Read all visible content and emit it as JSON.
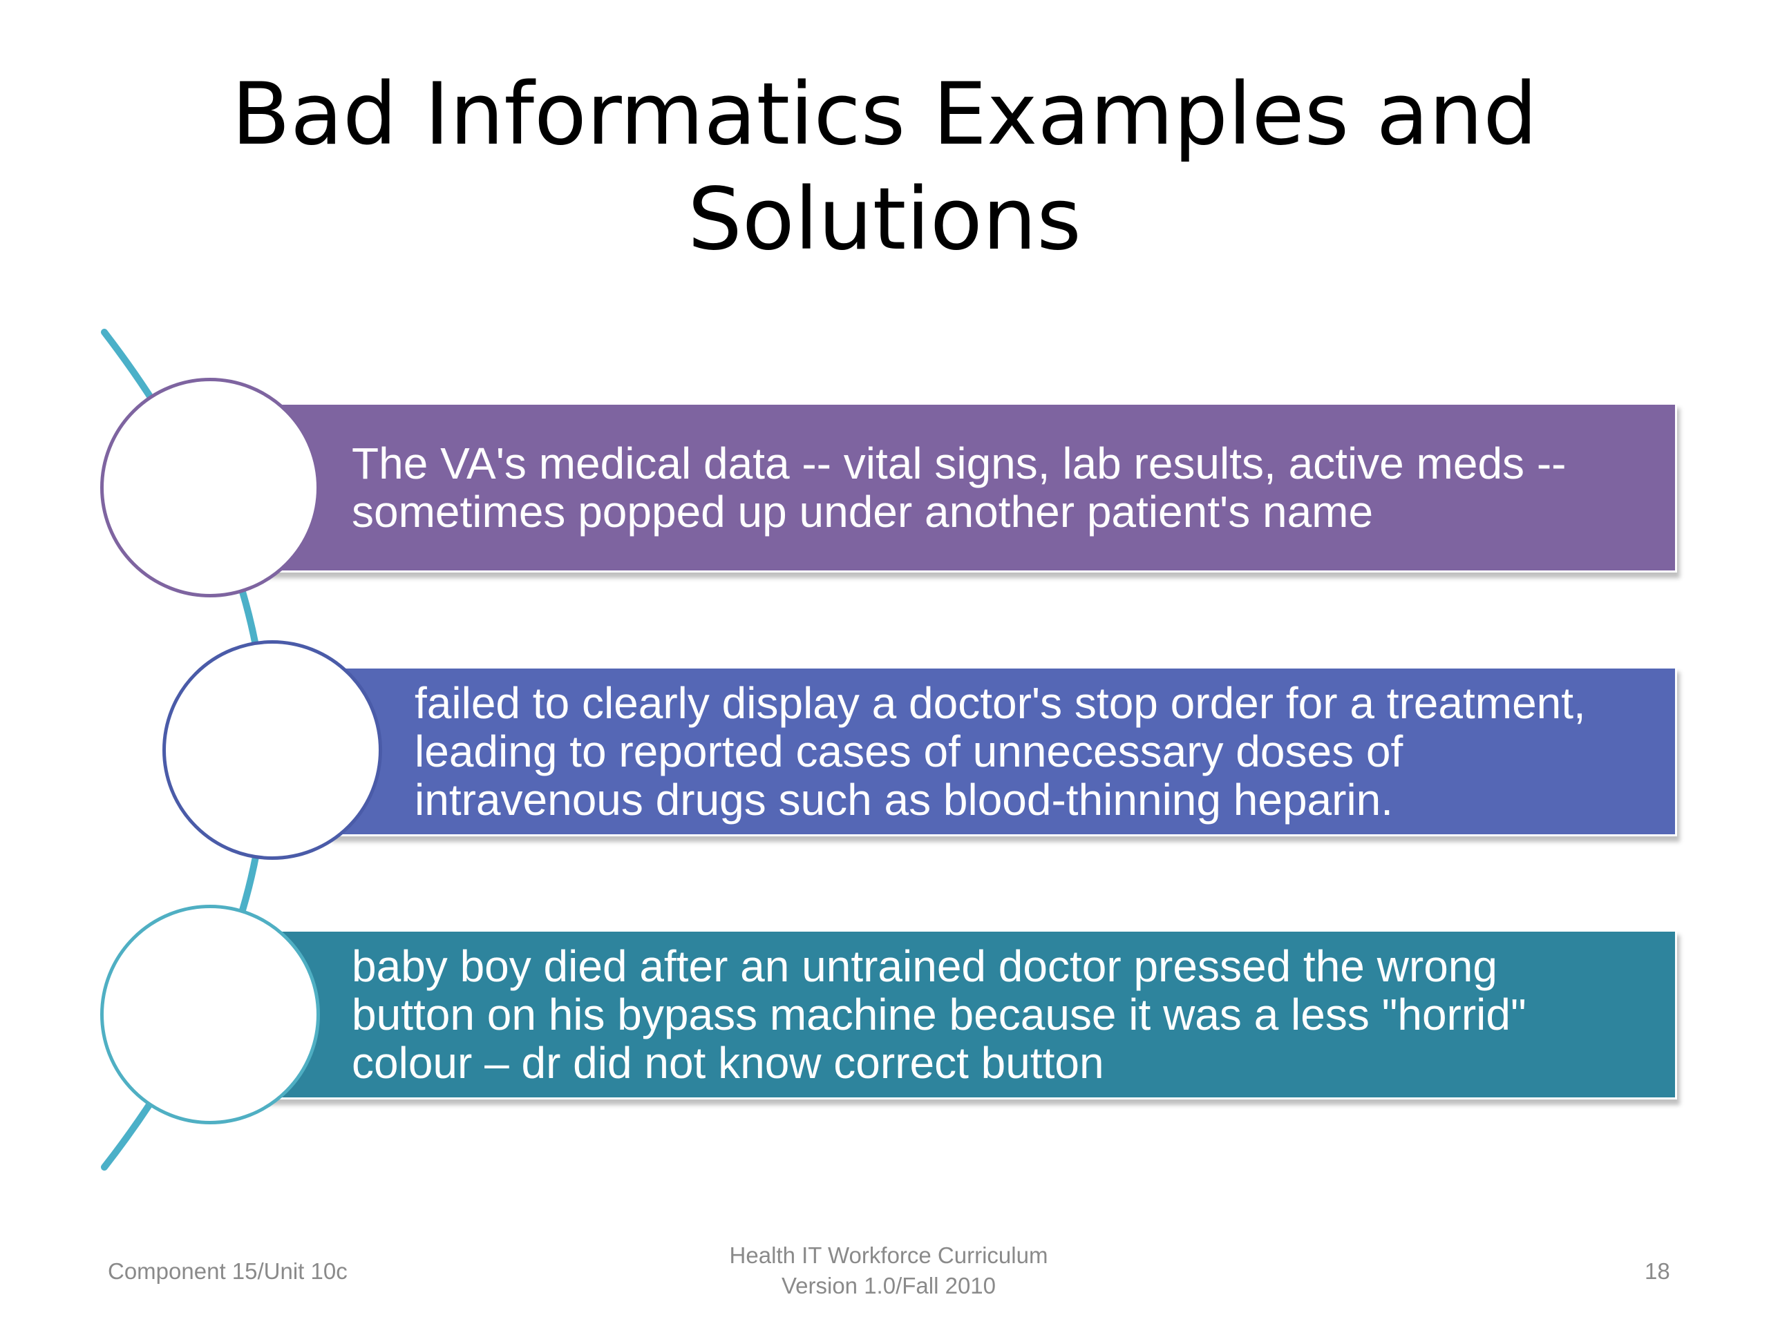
{
  "title": {
    "line1": "Bad Informatics Examples and",
    "line2": "Solutions"
  },
  "items": [
    {
      "lines": [
        "The VA's medical data -- vital signs, lab results, active meds --",
        "sometimes popped up under another patient's name"
      ],
      "color": "#7E64A0",
      "border": "#7E64A0"
    },
    {
      "lines": [
        "failed to clearly display a doctor's stop order for a treatment,",
        "leading to reported cases of unnecessary doses of",
        "intravenous drugs such as blood-thinning heparin."
      ],
      "color": "#5567B5",
      "border": "#4A5BA8"
    },
    {
      "lines": [
        "baby boy died after an untrained doctor pressed the wrong",
        "button on his bypass machine because it was a less \"horrid\"",
        "colour – dr did not know correct button"
      ],
      "color": "#2E849D",
      "border": "#4FAFC3"
    }
  ],
  "arc_color": "#4BB0C8",
  "footer": {
    "left": "Component 15/Unit 10c",
    "center_line1": "Health IT Workforce Curriculum",
    "center_line2": "Version 1.0/Fall 2010",
    "page": "18"
  }
}
